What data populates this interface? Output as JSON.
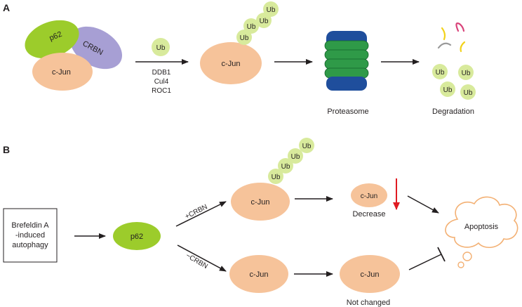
{
  "panels": {
    "a": {
      "label": "A",
      "complex": {
        "p62": "p62",
        "crbn": "CRBN",
        "cjun": "c-Jun"
      },
      "ub": "Ub",
      "ligase": [
        "DDB1",
        "Cul4",
        "ROC1"
      ],
      "ub_cjun": "c-Jun",
      "proteasome": "Proteasome",
      "degradation": "Degradation"
    },
    "b": {
      "label": "B",
      "box_lines": [
        "Brefeldin A",
        "-induced",
        "autophagy"
      ],
      "p62": "p62",
      "plus_crbn": "+CRBN",
      "minus_crbn": "−CRBN",
      "cjun": "c-Jun",
      "decrease": "Decrease",
      "not_changed": "Not changed",
      "apoptosis": "Apoptosis"
    }
  },
  "colors": {
    "p62": "#9ccc2b",
    "crbn": "#a79fd4",
    "cjun": "#f6c39a",
    "ub": "#d8ea9c",
    "proteasome_green": "#2f9a48",
    "proteasome_blue": "#1f4e9c",
    "decrease_arrow": "#e01b22",
    "cloud_stroke": "#f3b073"
  }
}
